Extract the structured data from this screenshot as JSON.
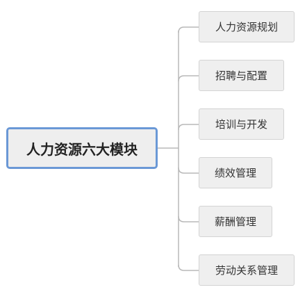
{
  "root": {
    "label": "人力资源六大模块"
  },
  "children": [
    {
      "label": "人力资源规划"
    },
    {
      "label": "招聘与配置"
    },
    {
      "label": "培训与开发"
    },
    {
      "label": "绩效管理"
    },
    {
      "label": "薪酬管理"
    },
    {
      "label": "劳动关系管理"
    }
  ],
  "colors": {
    "root_border": "#6a98d6",
    "node_fill": "#eeeeee",
    "child_border": "#d3d3d3",
    "connector": "#b8b8b8"
  }
}
